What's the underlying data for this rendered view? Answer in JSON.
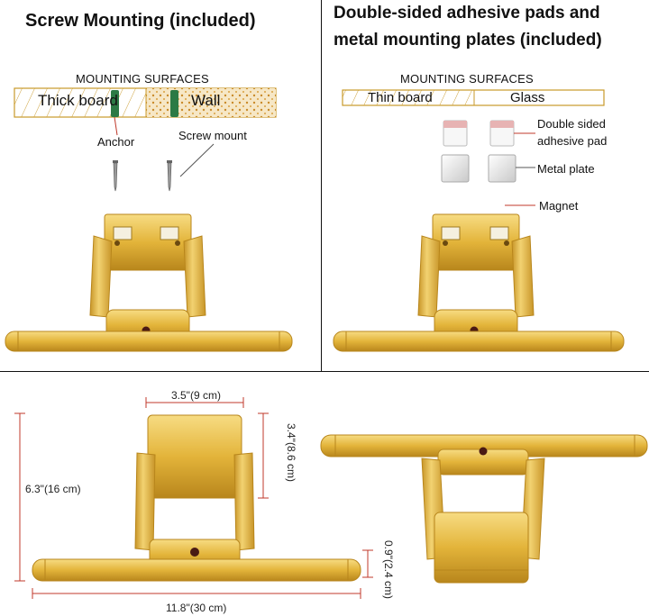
{
  "left_panel": {
    "title": "Screw Mounting (included)",
    "surfaces_title": "MOUNTING SURFACES",
    "surface_a": "Thick board",
    "surface_b": "Wall",
    "anchor_label": "Anchor",
    "screw_label": "Screw mount"
  },
  "right_panel": {
    "title_line1": "Double-sided adhesive pads and",
    "title_line2": "metal mounting plates (included)",
    "surfaces_title": "MOUNTING SURFACES",
    "surface_a": "Thin board",
    "surface_b": "Glass",
    "pad_label_line1": "Double sided",
    "pad_label_line2": "adhesive pad",
    "plate_label": "Metal plate",
    "magnet_label": "Magnet"
  },
  "dimensions": {
    "width_top": "3.5\"(9 cm)",
    "height_top": "3.4\"(8.6 cm)",
    "height_total": "6.3\"(16 cm)",
    "depth_bar": "0.9\"(2.4 cm)",
    "length_bar": "11.8\"(30 cm)"
  },
  "colors": {
    "gold": "#e3b43a",
    "gold_dark": "#b8861c",
    "gold_light": "#f5d77a",
    "anchor_green": "#2c7a45",
    "dimension_red": "#c0392b"
  }
}
